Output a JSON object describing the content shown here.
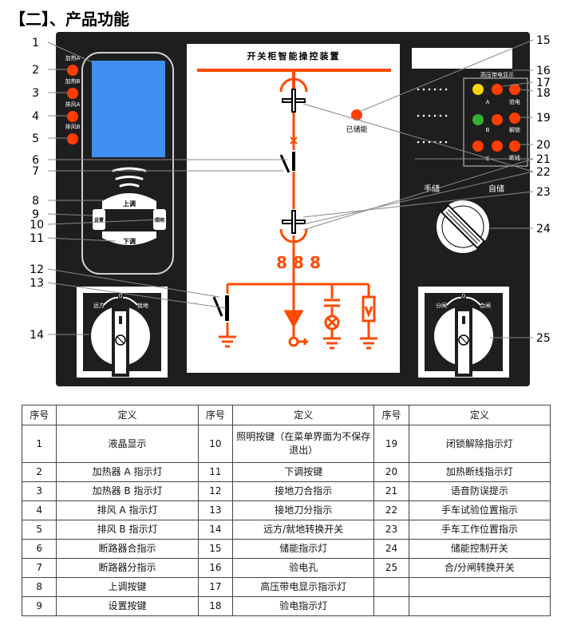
{
  "heading": "【二】、产品功能",
  "colors": {
    "panel": "#1e1e1e",
    "screen": "#3f8ef0",
    "red": "#ff3d00",
    "mimic_red": "#ff4a00",
    "yellow": "#ffd400",
    "green": "#33b133"
  },
  "panel": {
    "heater_labels": [
      "加热A",
      "加热B",
      "排风A",
      "排风B"
    ],
    "nav_buttons": {
      "up": "上调",
      "set": "设置",
      "light": "照明",
      "down": "下调"
    },
    "mimic_title": "开关柜智能操控装置",
    "stored_label": "已储能",
    "hv_title": "高压带电显示",
    "phase_labels": [
      "A",
      "B",
      "C"
    ],
    "side_button_labels": [
      "验电",
      "解锁",
      "断线"
    ],
    "storage_labels": [
      "手储",
      "自储"
    ],
    "left_switch": {
      "left": "远方",
      "center": "0",
      "right": "就地"
    },
    "right_switch": {
      "left": "分闸",
      "center": "0",
      "right": "合闸"
    }
  },
  "callouts": [
    "1",
    "2",
    "3",
    "4",
    "5",
    "6",
    "7",
    "8",
    "9",
    "10",
    "11",
    "12",
    "13",
    "14",
    "15",
    "16",
    "17",
    "18",
    "19",
    "20",
    "21",
    "22",
    "23",
    "24",
    "25"
  ],
  "table": {
    "headers": [
      "序号",
      "定义",
      "序号",
      "定义",
      "序号",
      "定义"
    ],
    "rows": [
      [
        {
          "no": "1",
          "def": "液晶显示"
        },
        {
          "no": "10",
          "def": "照明按键（在菜单界面为不保存退出）"
        },
        {
          "no": "19",
          "def": "闭锁解除指示灯"
        }
      ],
      [
        {
          "no": "2",
          "def": "加热器 A 指示灯"
        },
        {
          "no": "11",
          "def": "下调按键"
        },
        {
          "no": "20",
          "def": "加热断线指示灯"
        }
      ],
      [
        {
          "no": "3",
          "def": "加热器 B 指示灯"
        },
        {
          "no": "12",
          "def": "接地刀合指示"
        },
        {
          "no": "21",
          "def": "语音防误提示"
        }
      ],
      [
        {
          "no": "4",
          "def": "排风 A 指示灯"
        },
        {
          "no": "13",
          "def": "接地刀分指示"
        },
        {
          "no": "22",
          "def": "手车试验位置指示"
        }
      ],
      [
        {
          "no": "5",
          "def": "排风 B 指示灯"
        },
        {
          "no": "14",
          "def": "远方/就地转换开关"
        },
        {
          "no": "23",
          "def": "手车工作位置指示"
        }
      ],
      [
        {
          "no": "6",
          "def": "断路器合指示"
        },
        {
          "no": "15",
          "def": "储能指示灯"
        },
        {
          "no": "24",
          "def": "储能控制开关"
        }
      ],
      [
        {
          "no": "7",
          "def": "断路器分指示"
        },
        {
          "no": "16",
          "def": "验电孔"
        },
        {
          "no": "25",
          "def": "合/分闸转换开关"
        }
      ],
      [
        {
          "no": "8",
          "def": "上调按键"
        },
        {
          "no": "17",
          "def": "高压带电显示指示灯"
        },
        {
          "no": "",
          "def": ""
        }
      ],
      [
        {
          "no": "9",
          "def": "设置按键"
        },
        {
          "no": "18",
          "def": "验电指示灯"
        },
        {
          "no": "",
          "def": ""
        }
      ]
    ]
  }
}
